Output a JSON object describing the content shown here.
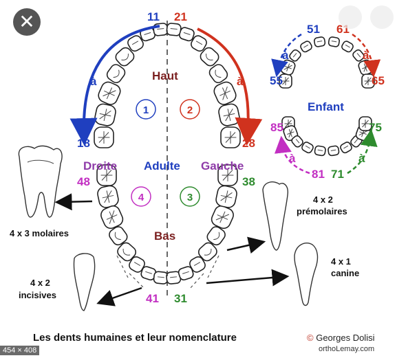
{
  "controls": {
    "close_symbol": "✕"
  },
  "image_badge": "454 × 408",
  "adult": {
    "labels": {
      "top": "Haut",
      "bottom": "Bas",
      "center": "Adulte",
      "right": "Droite",
      "left": "Gauche"
    },
    "quadrants": [
      "1",
      "2",
      "3",
      "4"
    ],
    "numbers": {
      "n11": "11",
      "n21": "21",
      "n18": "18",
      "n28": "28",
      "n48": "48",
      "n38": "38",
      "n41": "41",
      "n31": "31"
    },
    "to_word": "à"
  },
  "child": {
    "label": "Enfant",
    "numbers": {
      "n51": "51",
      "n61": "61",
      "n55": "55",
      "n65": "65",
      "n85": "85",
      "n75": "75",
      "n81": "81",
      "n71": "71"
    },
    "to_word": "à"
  },
  "annotations": {
    "molars_count": "4 x 3",
    "molars_label": "molaires",
    "premolars_count": "4 x 2",
    "premolars_label": "prémolaires",
    "canine_count": "4 x 1",
    "canine_label": "canine",
    "incisors_count": "4 x 2",
    "incisors_label": "incisives"
  },
  "footer": {
    "title": "Les dents humaines et leur nomenclature",
    "copyright_symbol": "©",
    "author": "Georges Dolisi",
    "site": "orthoLemay.com"
  },
  "colors": {
    "blue": "#1f3fbf",
    "red": "#d0321e",
    "maroon": "#7a1f1f",
    "magenta": "#c22fc2",
    "green": "#2e8b2e",
    "violet": "#8e3aa8"
  }
}
